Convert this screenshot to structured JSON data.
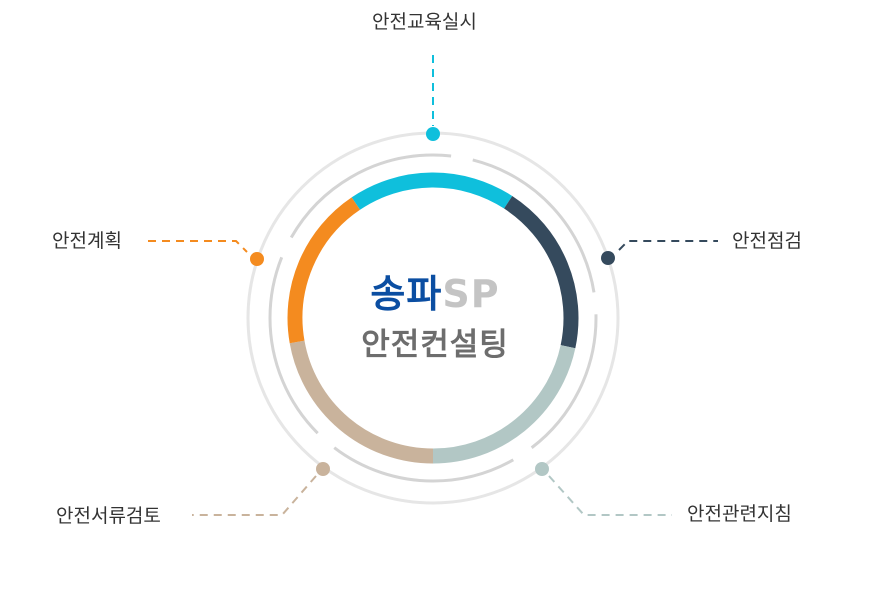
{
  "center": {
    "brand_kr": "송파",
    "brand_en": "SP",
    "subtitle": "안전컨설팅"
  },
  "items": {
    "top": {
      "label": "안전교육실시",
      "color": "#0fbfdc"
    },
    "right": {
      "label": "안전점검",
      "color": "#354a5d"
    },
    "bottom_right": {
      "label": "안전관련지침",
      "color": "#b2c7c5"
    },
    "bottom_left": {
      "label": "안전서류검토",
      "color": "#c9b39c"
    },
    "left": {
      "label": "안전계획",
      "color": "#f48b1f"
    }
  }
}
